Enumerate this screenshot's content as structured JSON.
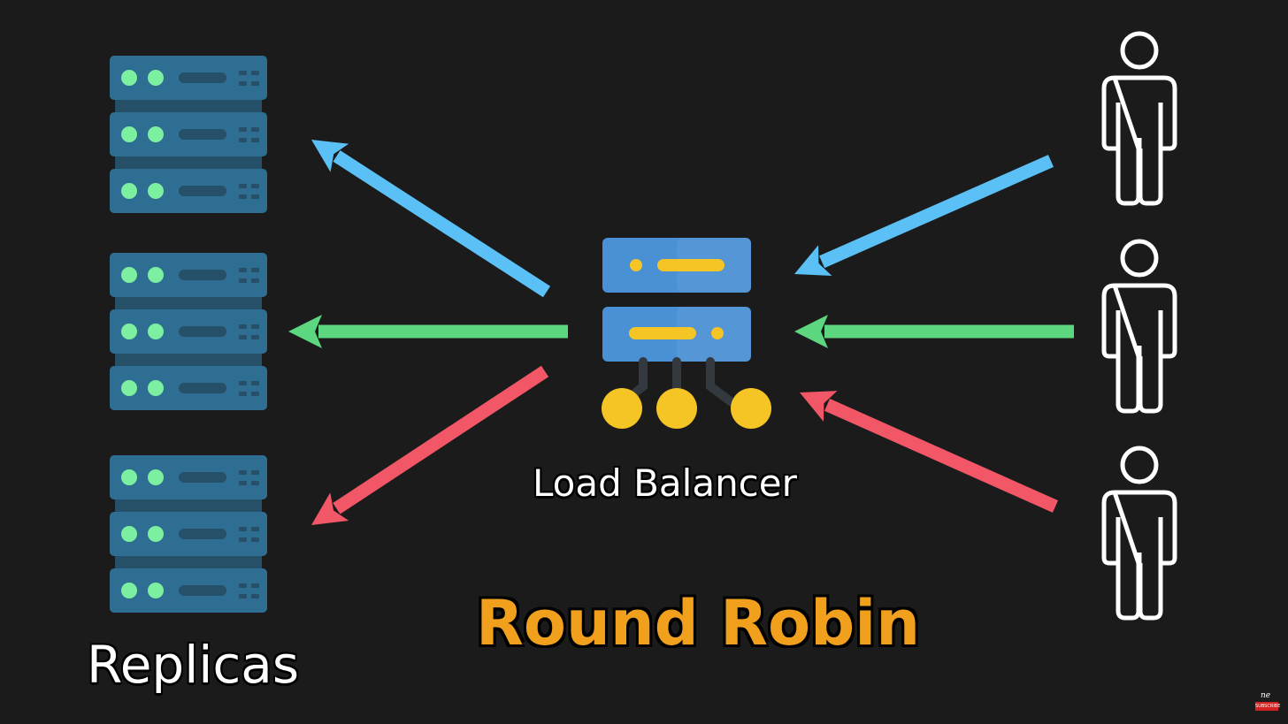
{
  "labels": {
    "load_balancer": "Load Balancer",
    "replicas": "Replicas",
    "algorithm": "Round Robin"
  },
  "badge": {
    "mark": "ne",
    "subscribe": "SUBSCRIBE"
  },
  "colors": {
    "background": "#1b1b1b",
    "server_body": "#2f6e93",
    "server_gap": "#264f68",
    "server_led": "#7cf0a0",
    "lb_body": "#4a90d4",
    "lb_accent": "#f5c425",
    "arrow_blue": "#5bc0f5",
    "arrow_green": "#5cd67f",
    "arrow_red": "#f25767",
    "title_orange": "#f0a01c",
    "user_outline": "#ffffff"
  },
  "icons": {
    "replica": "server-rack-icon",
    "load_balancer": "load-balancer-icon",
    "user": "user-icon",
    "arrow": "arrow-icon"
  },
  "nodes": {
    "replicas": [
      "replica-1",
      "replica-2",
      "replica-3"
    ],
    "users": [
      "user-1",
      "user-2",
      "user-3"
    ]
  },
  "flows": [
    {
      "from": "user-1",
      "to": "load-balancer",
      "color": "blue"
    },
    {
      "from": "user-2",
      "to": "load-balancer",
      "color": "green"
    },
    {
      "from": "user-3",
      "to": "load-balancer",
      "color": "red"
    },
    {
      "from": "load-balancer",
      "to": "replica-1",
      "color": "blue"
    },
    {
      "from": "load-balancer",
      "to": "replica-2",
      "color": "green"
    },
    {
      "from": "load-balancer",
      "to": "replica-3",
      "color": "red"
    }
  ]
}
